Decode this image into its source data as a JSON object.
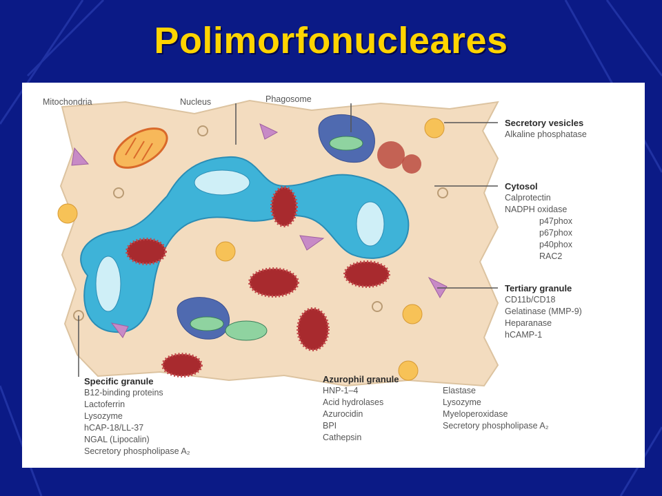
{
  "slide": {
    "title": "Polimorfonucleares"
  },
  "figure": {
    "top_labels": {
      "mitochondria": "Mitochondria",
      "nucleus": "Nucleus",
      "phagosome": "Phagosome"
    },
    "secretory_vesicles": {
      "title": "Secretory vesicles",
      "items": [
        "Alkaline phosphatase"
      ]
    },
    "cytosol": {
      "title": "Cytosol",
      "items": [
        "Calprotectin",
        "NADPH oxidase"
      ],
      "subitems": [
        "p47phox",
        "p67phox",
        "p40phox",
        "RAC2"
      ]
    },
    "tertiary_granule": {
      "title": "Tertiary granule",
      "items": [
        "CD11b/CD18",
        "Gelatinase (MMP-9)",
        "Heparanase",
        "hCAMP-1"
      ]
    },
    "specific_granule": {
      "title": "Specific granule",
      "items": [
        "B12-binding proteins",
        "Lactoferrin",
        "Lysozyme",
        "hCAP-18/LL-37",
        "NGAL (Lipocalin)",
        "Secretory phospholipase A₂"
      ]
    },
    "azurophil_granule": {
      "title": "Azurophil granule",
      "col1": [
        "HNP-1–4",
        "Acid hydrolases",
        "Azurocidin",
        "BPI",
        "Cathepsin"
      ],
      "col2": [
        "Elastase",
        "Lysozyme",
        "Myeloperoxidase",
        "Secretory phospholipase A₂"
      ]
    },
    "colors": {
      "slide_bg": "#0b1a86",
      "title": "#ffd400",
      "cytoplasm": "#f3dcbf",
      "nucleus": "#3eb3d8",
      "azurophil": "#a82a2e",
      "tertiary": "#c78ac6",
      "secretory": "#f7c257",
      "phagosome": "#4f6ab0"
    }
  }
}
